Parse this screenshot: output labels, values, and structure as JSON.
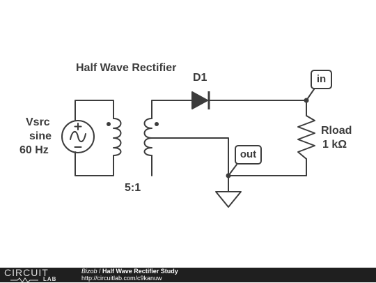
{
  "schematic": {
    "title": "Half Wave Rectifier",
    "source": {
      "line1": "Vsrc",
      "line2": "sine",
      "line3": "60 Hz"
    },
    "diode": "D1",
    "transformer_ratio": "5:1",
    "resistor": {
      "name": "Rload",
      "value": "1 kΩ"
    },
    "probe_in": "in",
    "probe_out": "out"
  },
  "footer": {
    "logo_top": "CIRCUIT",
    "logo_bottom": "LAB",
    "author": "Bizob",
    "separator": " / ",
    "project": "Half Wave Rectifier Study",
    "url": "http://circuitlab.com/c9kanuw"
  },
  "colors": {
    "wire": "#3c3c3c",
    "footer_bg": "#1f1f1f",
    "text": "#3c3c3c"
  }
}
